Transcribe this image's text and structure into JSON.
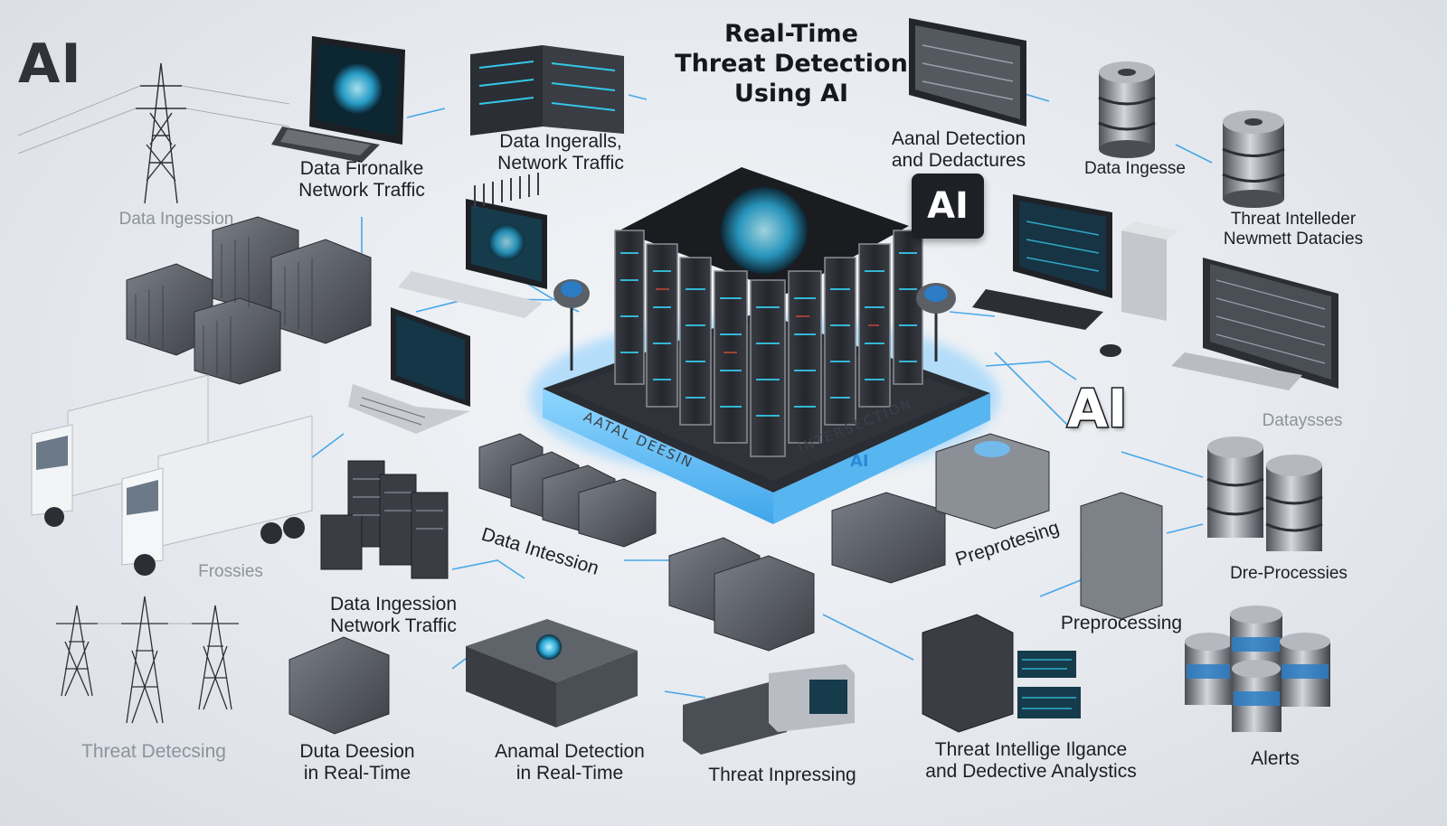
{
  "diagram": {
    "title_lines": [
      "Real-Time",
      "Threat Detection",
      "Using AI"
    ],
    "ai_corner": "AI",
    "ai_badges": [
      "AI",
      "AI"
    ],
    "platform": {
      "left_text": "AATAL DEESIN",
      "right_text": "INTERSECTION",
      "center_ai": "AI"
    },
    "labels": [
      {
        "lines": [
          "Data Fironalke",
          "Network Traffic"
        ]
      },
      {
        "lines": [
          "Data Ingeralls,",
          "Network Traffic"
        ]
      },
      {
        "lines": [
          "Aanal Detection",
          "and Dedactures"
        ]
      },
      {
        "lines": [
          "Data Ingesse"
        ]
      },
      {
        "lines": [
          "Threat Intelleder",
          "Newmett Datacies"
        ]
      },
      {
        "lines": [
          "Data Ingession"
        ]
      },
      {
        "lines": [
          "Data Intession"
        ]
      },
      {
        "lines": [
          "Preprotesing"
        ]
      },
      {
        "lines": [
          "Preprocessing"
        ]
      },
      {
        "lines": [
          "Dre-Processies"
        ]
      },
      {
        "lines": [
          "Dataysses"
        ]
      },
      {
        "lines": [
          "Data Ingession",
          "Network Traffic"
        ]
      },
      {
        "lines": [
          "Threat Detecsing"
        ]
      },
      {
        "lines": [
          "Duta Deesion",
          "in Real-Time"
        ]
      },
      {
        "lines": [
          "Anamal Detection",
          "in Real-Time"
        ]
      },
      {
        "lines": [
          "Threat Inpressing"
        ]
      },
      {
        "lines": [
          "Threat Intellige Ilgance",
          "and Dedective Analystics"
        ]
      },
      {
        "lines": [
          "Alerts"
        ]
      },
      {
        "lines": [
          "Frossies"
        ]
      }
    ]
  },
  "colors": {
    "accent": "#2b9be8",
    "platform_top": "#2a2d33",
    "platform_glow": "#6cc4ff",
    "server_dark": "#2c2f35",
    "server_light": "#6d7078",
    "screen_cyan": "#35c7e8"
  }
}
